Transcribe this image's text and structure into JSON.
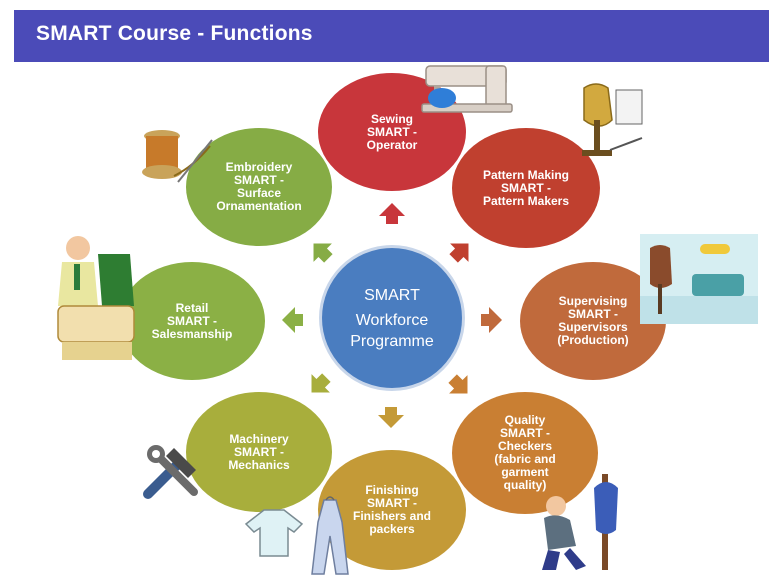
{
  "header": {
    "title": "SMART Course - Functions"
  },
  "center": {
    "title": "SMART",
    "subtitle": "Workforce\nProgramme",
    "color": "#4a7dc0"
  },
  "nodes": [
    {
      "id": "sewing",
      "title": "Sewing",
      "detail": "SMART -\nOperator",
      "color": "#c8363b"
    },
    {
      "id": "pattern",
      "title": "Pattern Making",
      "detail": "SMART -\nPattern Makers",
      "color": "#c0402f"
    },
    {
      "id": "supervising",
      "title": "Supervising",
      "detail": "SMART -\nSupervisors\n(Production)",
      "color": "#c06a3c"
    },
    {
      "id": "quality",
      "title": "Quality",
      "detail": "SMART -\nCheckers\n(fabric and\ngarment\nquality)",
      "color": "#c97f33"
    },
    {
      "id": "finishing",
      "title": "Finishing",
      "detail": "SMART -\nFinishers and\npackers",
      "color": "#c49a37"
    },
    {
      "id": "machinery",
      "title": "Machinery",
      "detail": "SMART -\nMechanics",
      "color": "#a8ae3c"
    },
    {
      "id": "retail",
      "title": "Retail",
      "detail": "SMART -\nSalesmanship",
      "color": "#8bb045"
    },
    {
      "id": "embroidery",
      "title": "Embroidery",
      "detail": "SMART -\nSurface\nOrnamentation",
      "color": "#86ac45"
    }
  ],
  "icons": [
    "sewing-machine-icon",
    "dress-form-icon",
    "tailoring-room-icon",
    "tailor-kneeling-icon",
    "clothes-hanger-icon",
    "hammer-wrench-icon",
    "salesman-icon",
    "thread-spool-icon"
  ]
}
